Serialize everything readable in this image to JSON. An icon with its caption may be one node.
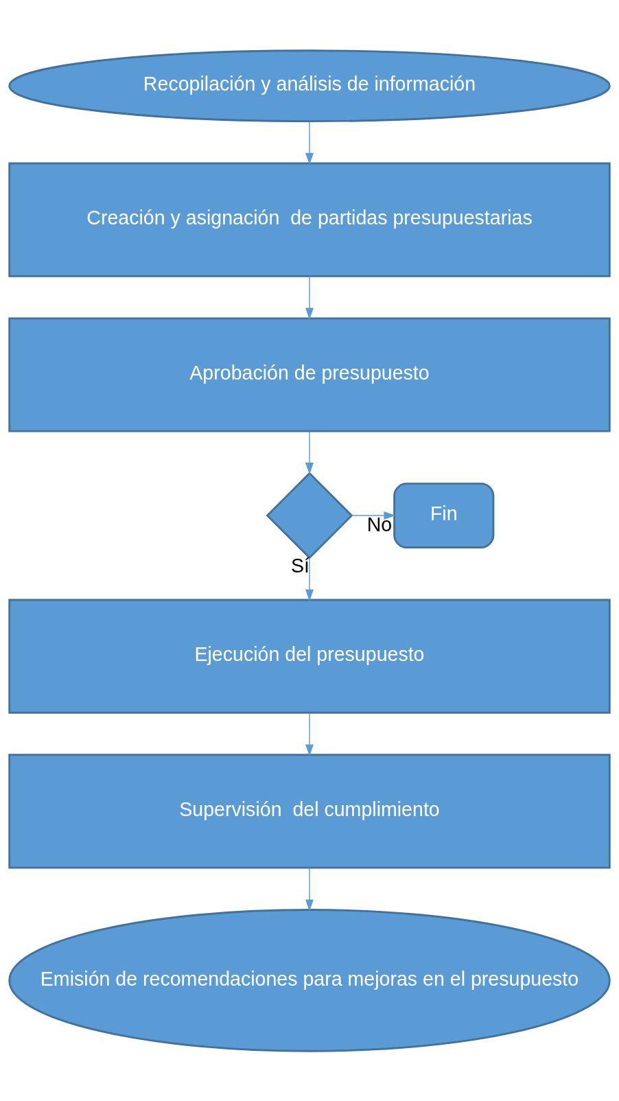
{
  "diagram": {
    "nodes": [
      {
        "text": [
          "Recopilación y análisis de información"
        ]
      },
      {
        "text": [
          "Creación y asignación  de partidas presupuestarias"
        ]
      },
      {
        "text": [
          "Aprobación de presupuesto"
        ]
      },
      {
        "text": [],
        "shape": "diamond"
      },
      {
        "text": [
          "Fin"
        ]
      },
      {
        "text": [
          "Ejecución del presupuesto"
        ]
      },
      {
        "text": [
          "Supervisión  del cumplimiento"
        ]
      },
      {
        "text": [
          "Emisión de recomendaciones para mejoras en el presupuesto"
        ]
      }
    ],
    "edges": [
      {
        "from": 0,
        "to": 1,
        "arrow": "to"
      },
      {
        "from": 1,
        "to": 2,
        "arrow": "to"
      },
      {
        "from": 2,
        "to": 3,
        "arrow": "to"
      },
      {
        "from": 3,
        "to": 4,
        "arrow": "to",
        "label": "No"
      },
      {
        "from": 3,
        "to": 5,
        "arrow": "to",
        "label": "Sí"
      },
      {
        "from": 5,
        "to": 6,
        "arrow": "to"
      },
      {
        "from": 6,
        "to": 7,
        "arrow": "to"
      }
    ]
  }
}
